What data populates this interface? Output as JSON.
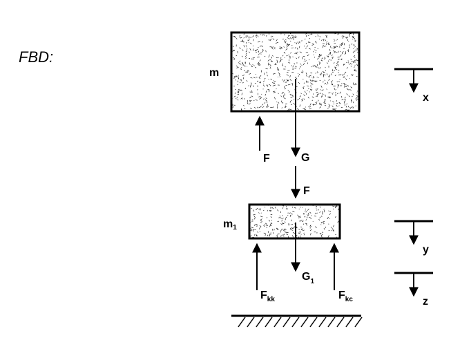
{
  "title": "FBD:",
  "labels": {
    "mass_top": "m",
    "mass_bottom": "m",
    "mass_bottom_sub": "1",
    "force_F_up": "F",
    "force_G": "G",
    "force_F_down": "F",
    "force_G1": "G",
    "force_G1_sub": "1",
    "force_Fkk": "F",
    "force_Fkk_sub": "kk",
    "force_Fkc": "F",
    "force_Fkc_sub": "kc",
    "axis_x": "x",
    "axis_y": "y",
    "axis_z": "z"
  },
  "colors": {
    "ink": "#000000",
    "background": "#ffffff"
  }
}
